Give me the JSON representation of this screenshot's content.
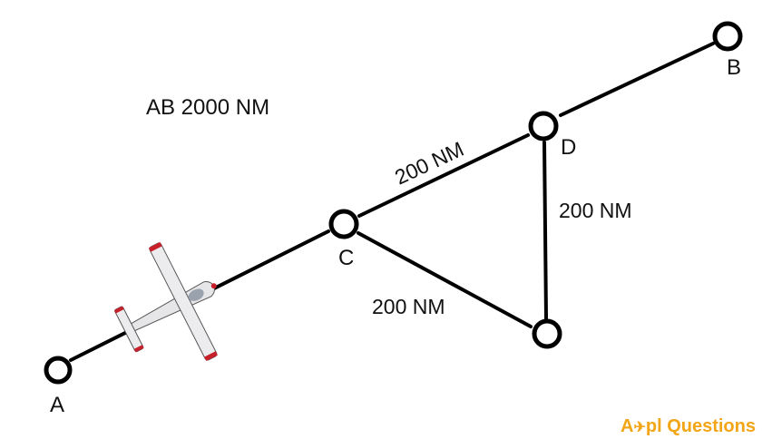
{
  "diagram": {
    "title": "AB 2000 NM",
    "nodes": {
      "A": "A",
      "B": "B",
      "C": "C",
      "D": "D"
    },
    "distances": {
      "CD": "200 NM",
      "D_to_lower": "200 NM",
      "C_to_lower": "200 NM"
    },
    "colors": {
      "line": "#000000",
      "node_fill": "#ffffff",
      "aircraft_body": "#e8e8ea",
      "aircraft_accent": "#c8202a"
    },
    "aircraft_icon": "light-aircraft-icon"
  },
  "branding": {
    "text_prefix": "A",
    "text_mid": "✈",
    "text_suffix": "pl Questions",
    "color": "#f2a516"
  }
}
